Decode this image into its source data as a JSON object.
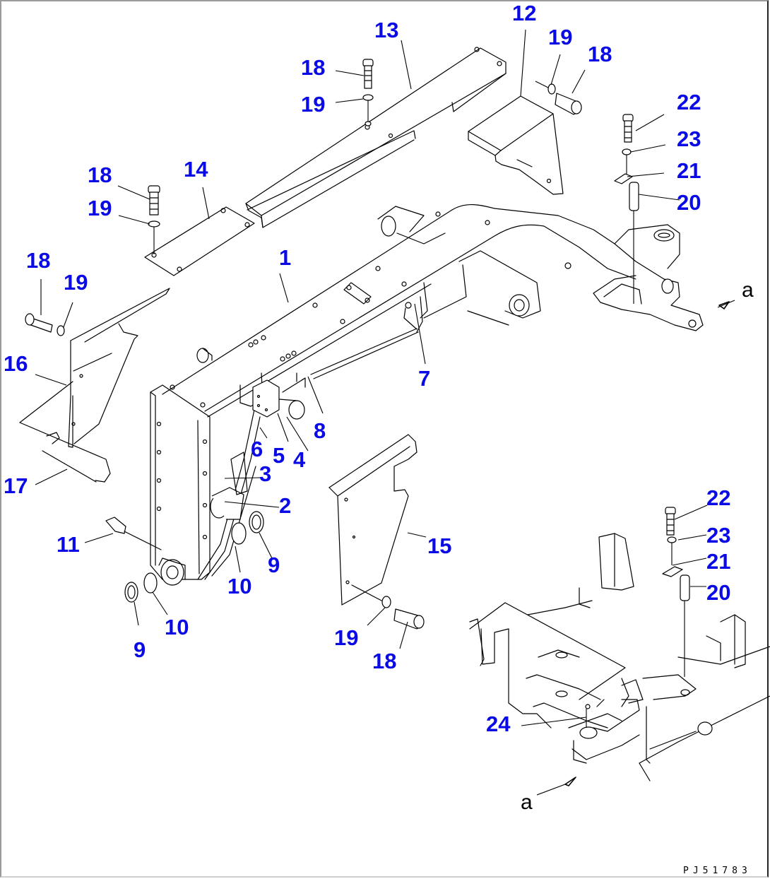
{
  "diagram": {
    "type": "exploded-parts-view",
    "drawing_number": "PJ51783",
    "callout_color": "#0a0ae6",
    "reference_labels": [
      {
        "id": "ref-a-top",
        "text": "a"
      },
      {
        "id": "ref-a-bottom",
        "text": "a"
      }
    ],
    "callouts": [
      {
        "id": "c1",
        "text": "1"
      },
      {
        "id": "c2",
        "text": "2"
      },
      {
        "id": "c3",
        "text": "3"
      },
      {
        "id": "c4",
        "text": "4"
      },
      {
        "id": "c5",
        "text": "5"
      },
      {
        "id": "c6",
        "text": "6"
      },
      {
        "id": "c7",
        "text": "7"
      },
      {
        "id": "c8",
        "text": "8"
      },
      {
        "id": "c9a",
        "text": "9"
      },
      {
        "id": "c9b",
        "text": "9"
      },
      {
        "id": "c10a",
        "text": "10"
      },
      {
        "id": "c10b",
        "text": "10"
      },
      {
        "id": "c11",
        "text": "11"
      },
      {
        "id": "c12",
        "text": "12"
      },
      {
        "id": "c13",
        "text": "13"
      },
      {
        "id": "c14",
        "text": "14"
      },
      {
        "id": "c15",
        "text": "15"
      },
      {
        "id": "c16",
        "text": "16"
      },
      {
        "id": "c17",
        "text": "17"
      },
      {
        "id": "c18a",
        "text": "18"
      },
      {
        "id": "c18b",
        "text": "18"
      },
      {
        "id": "c18c",
        "text": "18"
      },
      {
        "id": "c18d",
        "text": "18"
      },
      {
        "id": "c18e",
        "text": "18"
      },
      {
        "id": "c19a",
        "text": "19"
      },
      {
        "id": "c19b",
        "text": "19"
      },
      {
        "id": "c19c",
        "text": "19"
      },
      {
        "id": "c19d",
        "text": "19"
      },
      {
        "id": "c19e",
        "text": "19"
      },
      {
        "id": "c20a",
        "text": "20"
      },
      {
        "id": "c20b",
        "text": "20"
      },
      {
        "id": "c21a",
        "text": "21"
      },
      {
        "id": "c21b",
        "text": "21"
      },
      {
        "id": "c22a",
        "text": "22"
      },
      {
        "id": "c22b",
        "text": "22"
      },
      {
        "id": "c23a",
        "text": "23"
      },
      {
        "id": "c23b",
        "text": "23"
      },
      {
        "id": "c24",
        "text": "24"
      }
    ]
  }
}
